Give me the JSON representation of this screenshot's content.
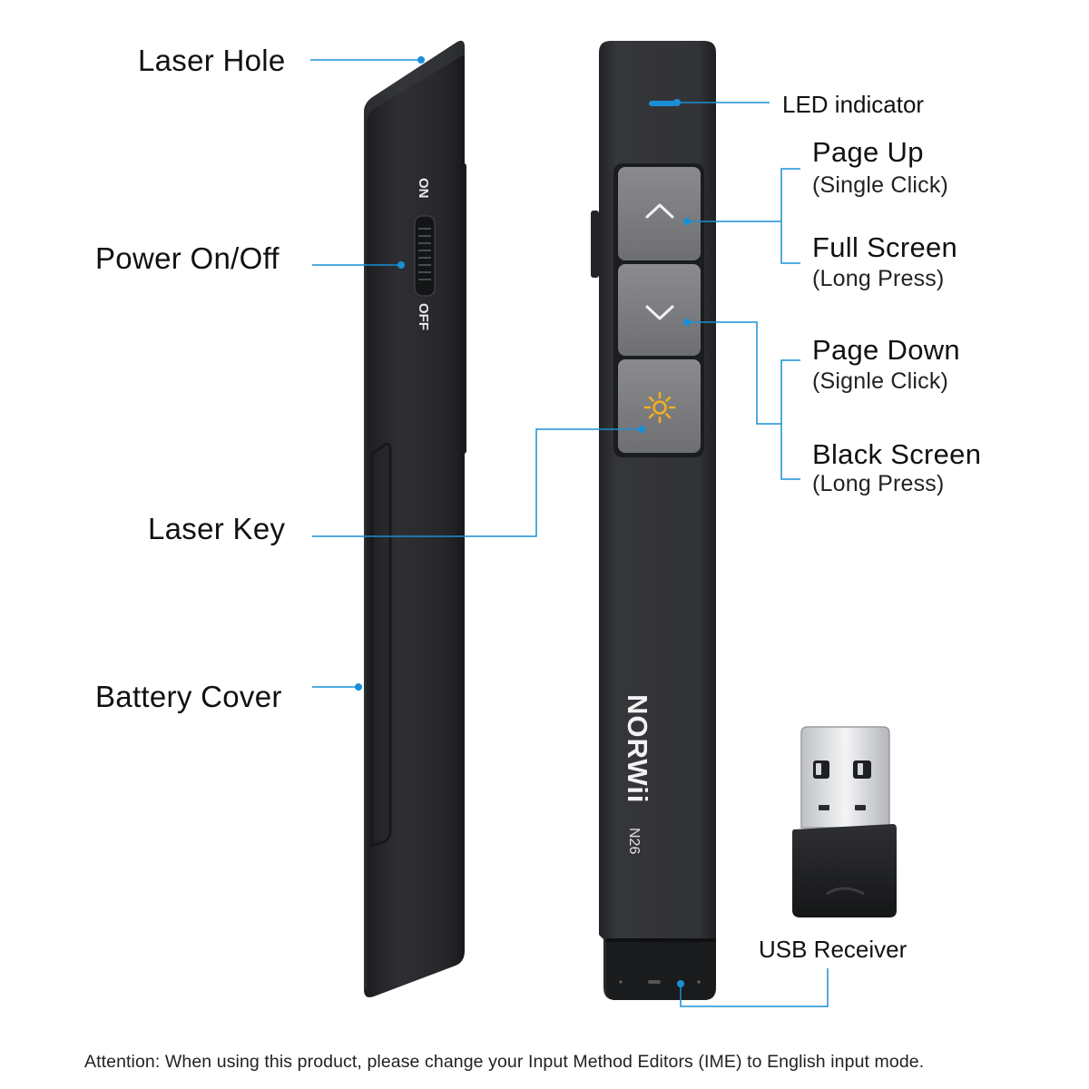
{
  "labels": {
    "laser_hole": "Laser Hole",
    "power_on_off": "Power On/Off",
    "laser_key": "Laser Key",
    "battery_cover": "Battery Cover",
    "led_indicator": "LED indicator",
    "page_up": "Page Up",
    "page_up_action": "(Single Click)",
    "full_screen": "Full Screen",
    "full_screen_action": "(Long Press)",
    "page_down": "Page Down",
    "page_down_action": "(Signle Click)",
    "black_screen": "Black Screen",
    "black_screen_action": "(Long Press)",
    "usb_receiver": "USB Receiver"
  },
  "device": {
    "switch_on": "ON",
    "switch_off": "OFF",
    "brand": "NORWii",
    "model": "N26"
  },
  "note": "Attention: When using this product, please change your Input Method Editors (IME) to English input mode.",
  "icons": {
    "page_up": "chevron-up-icon",
    "page_down": "chevron-down-icon",
    "laser": "sun-icon"
  },
  "colors": {
    "callout_line": "#1a8fd6",
    "led": "#1a8fd6",
    "device_body": "#2b2c2f",
    "button_face": "#7c7d80",
    "laser_icon": "#f2b01e"
  }
}
